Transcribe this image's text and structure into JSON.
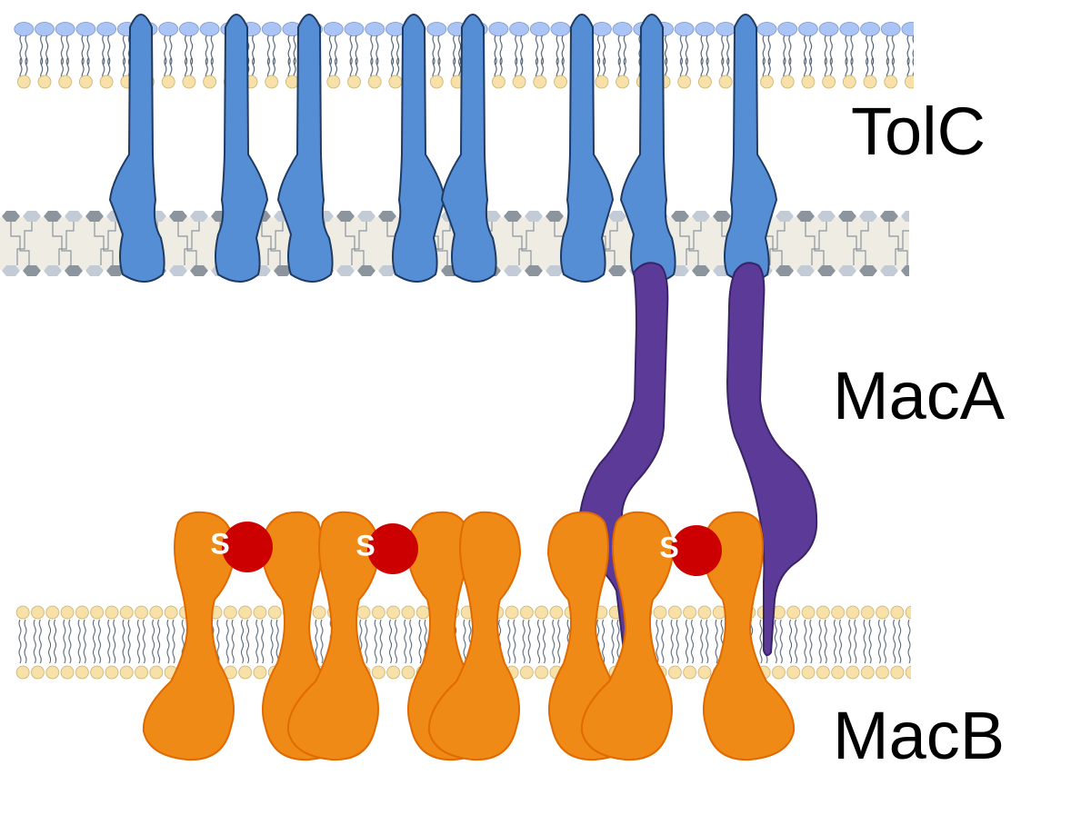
{
  "labels": {
    "tolc": "TolC",
    "maca": "MacA",
    "macb": "MacB",
    "substrate": "S"
  },
  "colors": {
    "tolc_fill": "#558ed5",
    "tolc_stroke": "#1f3b63",
    "maca_fill": "#5b3a98",
    "maca_stroke": "#3a2466",
    "macb_fill": "#f08a16",
    "macb_stroke": "#e06a00",
    "substrate_fill": "#cc0000",
    "lipid_head_blue": "#a9c4f5",
    "lipid_head_yellow": "#f7e1a8",
    "lipid_tail": "#4a5a6a",
    "pg_band": "#efece3",
    "pg_hex_dark": "#8c959e",
    "pg_hex_light": "#c3cbd6"
  },
  "icons": {
    "phospholipid": "phospholipid-icon",
    "peptidoglycan": "peptidoglycan-icon"
  }
}
